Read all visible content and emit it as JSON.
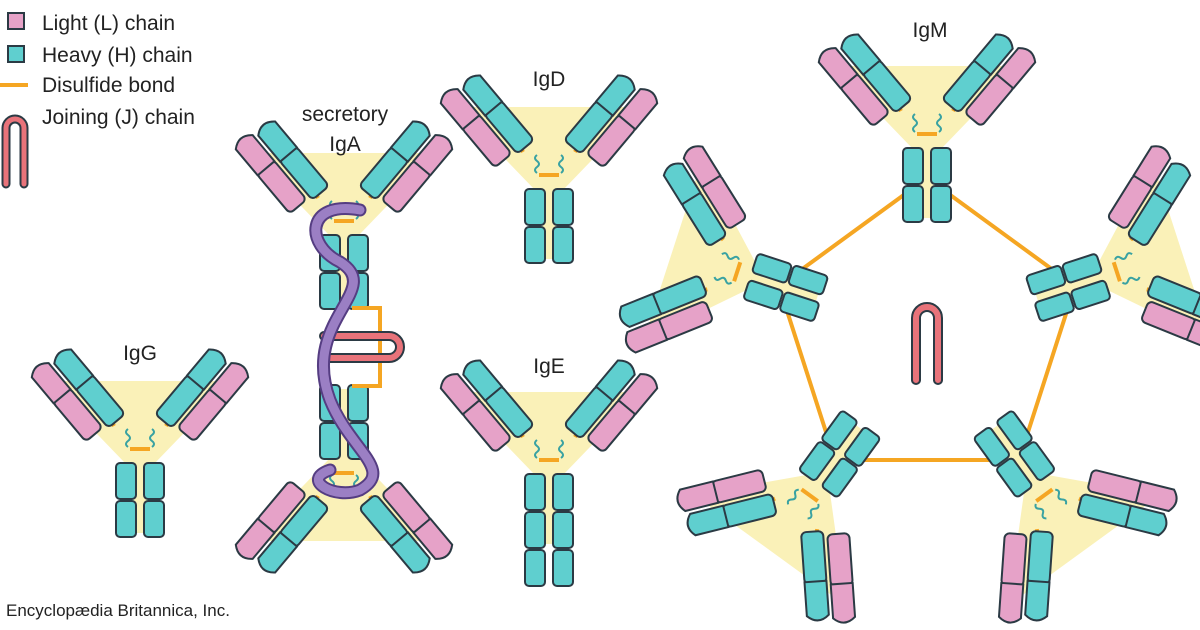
{
  "colors": {
    "light_chain": "#e6a2c8",
    "heavy_chain": "#5fcfcf",
    "disulfide_bond": "#f5a623",
    "joining_chain": "#e8737a",
    "secretory_component": "#9b7fc4",
    "region_fill": "#faf1b8",
    "outline": "#2b3a44"
  },
  "legend": {
    "light": "Light (L) chain",
    "heavy": "Heavy (H) chain",
    "disulfide": "Disulfide bond",
    "joining": "Joining (J) chain"
  },
  "labels": {
    "igg": "IgG",
    "iga_line1": "secretory",
    "iga_line2": "IgA",
    "igd": "IgD",
    "ige": "IgE",
    "igm": "IgM"
  },
  "credit": "Encyclopædia Britannica, Inc.",
  "antibodies": [
    {
      "name": "IgG",
      "heavy_constant_domains": 2
    },
    {
      "name": "IgD",
      "heavy_constant_domains": 2
    },
    {
      "name": "IgE",
      "heavy_constant_domains": 3
    },
    {
      "name": "IgA",
      "subunits": 2,
      "has_joining_chain": true,
      "has_secretory_component": true
    },
    {
      "name": "IgM",
      "subunits": 5,
      "has_joining_chain": true
    }
  ]
}
